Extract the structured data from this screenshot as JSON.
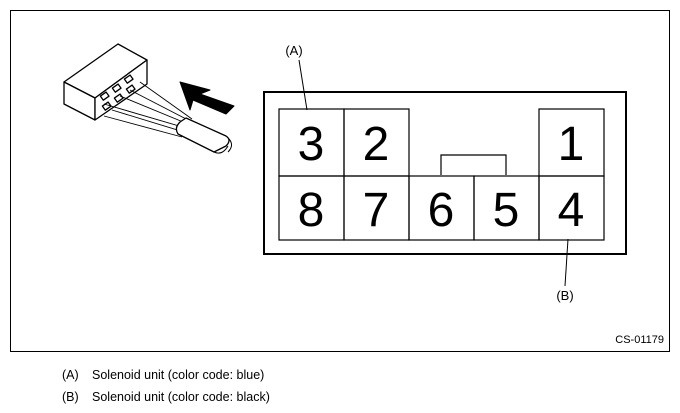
{
  "diagram": {
    "callout_a": "(A)",
    "callout_b": "(B)",
    "pins": [
      {
        "label": "3"
      },
      {
        "label": "2"
      },
      {
        "label": "1"
      },
      {
        "label": "8"
      },
      {
        "label": "7"
      },
      {
        "label": "6"
      },
      {
        "label": "5"
      },
      {
        "label": "4"
      }
    ],
    "figure_code": "CS-01179"
  },
  "legend": [
    {
      "key": "(A)",
      "text": "Solenoid unit (color code: blue)"
    },
    {
      "key": "(B)",
      "text": "Solenoid unit (color code: black)"
    }
  ]
}
